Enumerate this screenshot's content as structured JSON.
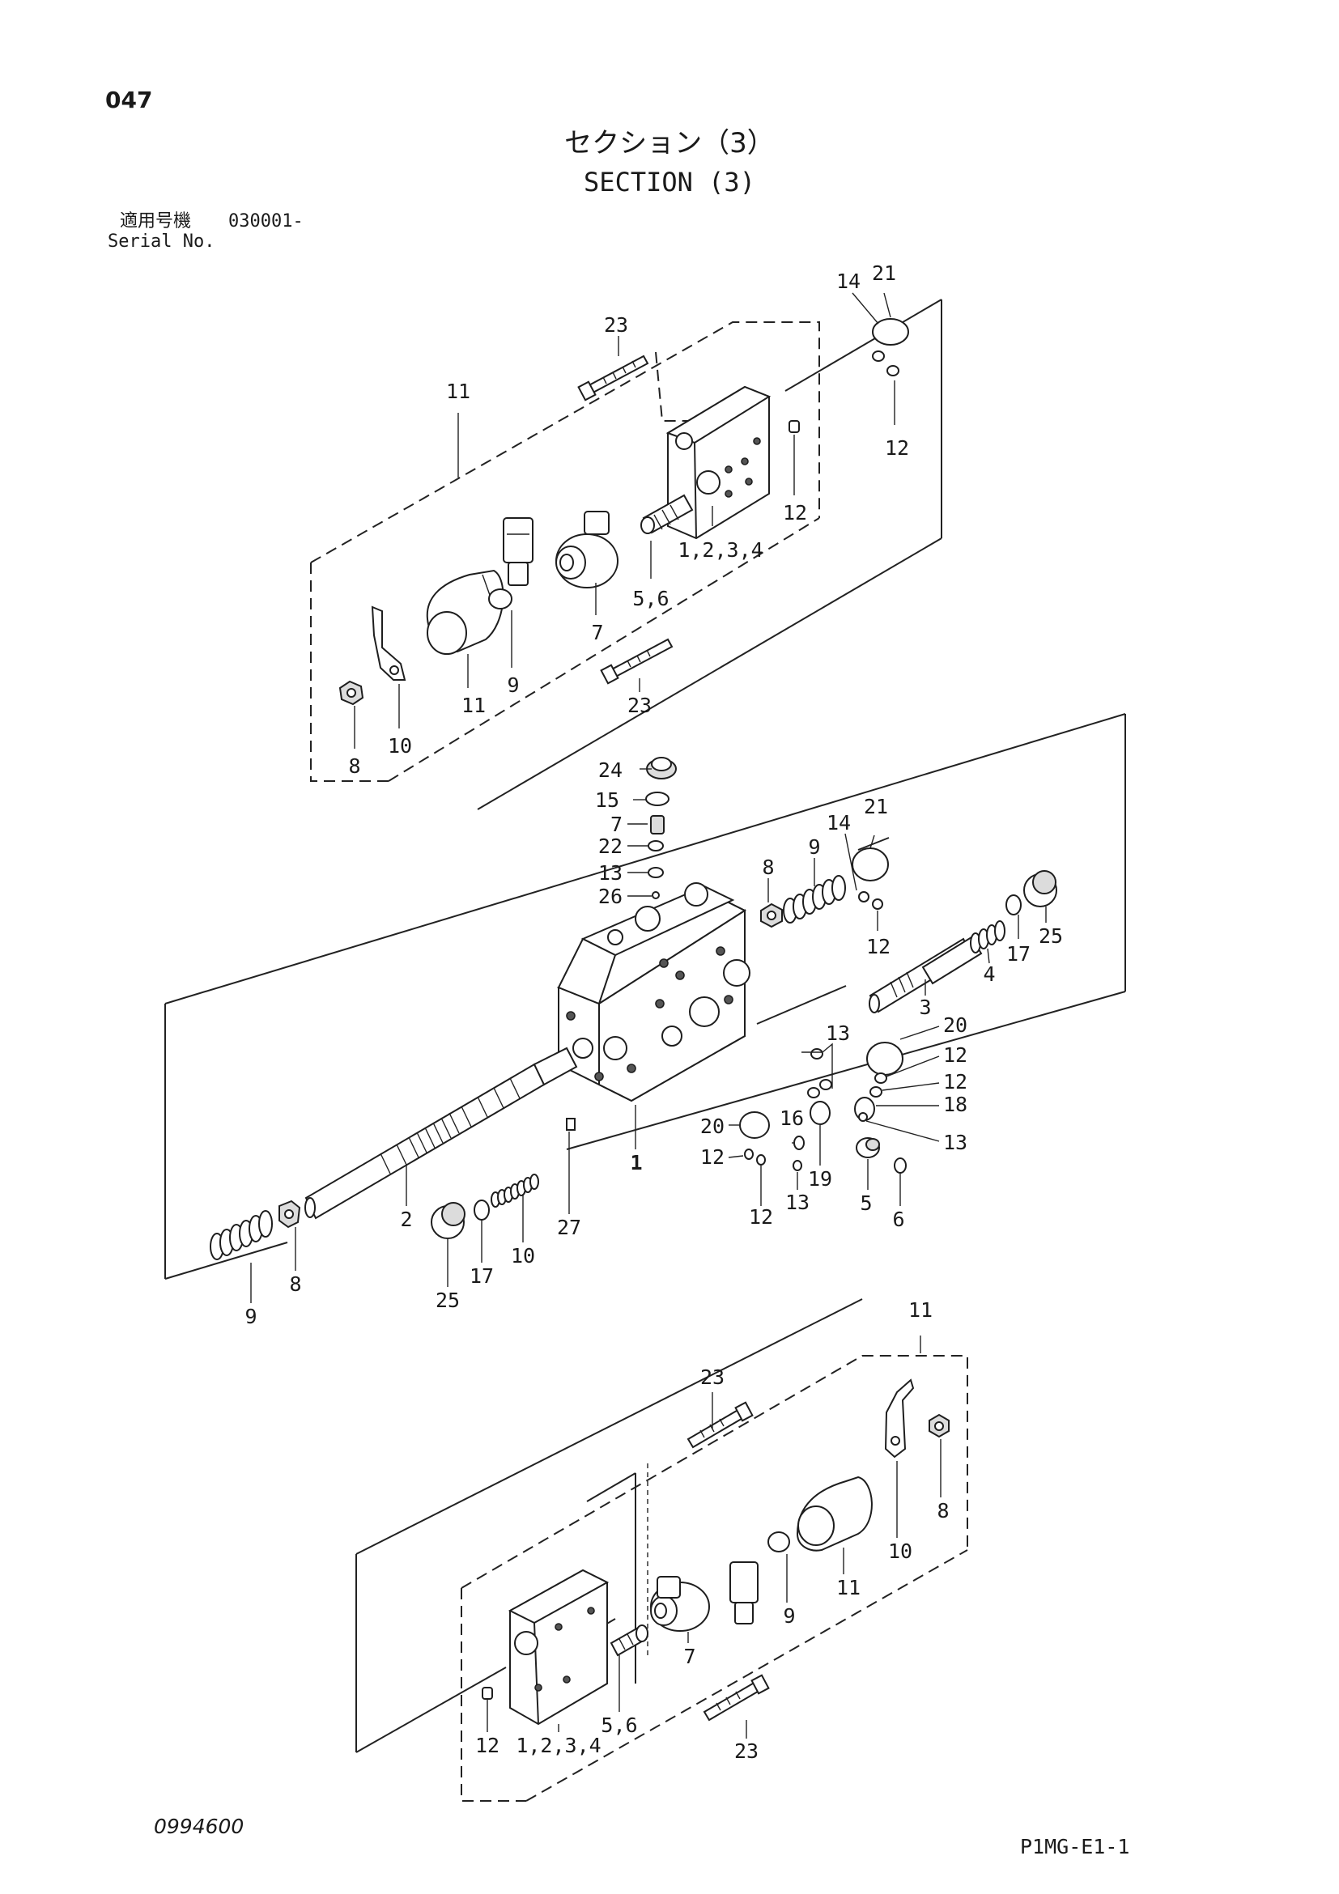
{
  "page": {
    "page_number": "047",
    "title_jp": "セクション（3）",
    "title_en": "SECTION (3)",
    "serial_label_jp": "適用号機",
    "serial_value": "030001-",
    "serial_label_en": "Serial No.",
    "doc_number": "0994600",
    "ref_code": "P1MG-E1-1"
  },
  "callouts": {
    "top": [
      "23",
      "11",
      "14",
      "21",
      "12",
      "12",
      "1,2,3,4",
      "5,6",
      "7",
      "9",
      "11",
      "10",
      "8",
      "23"
    ],
    "middle": [
      "24",
      "15",
      "7",
      "22",
      "13",
      "26",
      "8",
      "9",
      "14",
      "21",
      "12",
      "25",
      "4",
      "17",
      "3",
      "20",
      "13",
      "12",
      "12",
      "18",
      "13",
      "20",
      "12",
      "16",
      "19",
      "13",
      "12",
      "5",
      "6",
      "1",
      "2",
      "27",
      "25",
      "17",
      "10",
      "9",
      "8"
    ],
    "bottom": [
      "11",
      "23",
      "8",
      "10",
      "11",
      "9",
      "7",
      "12",
      "1,2,3,4",
      "5,6",
      "23"
    ]
  }
}
